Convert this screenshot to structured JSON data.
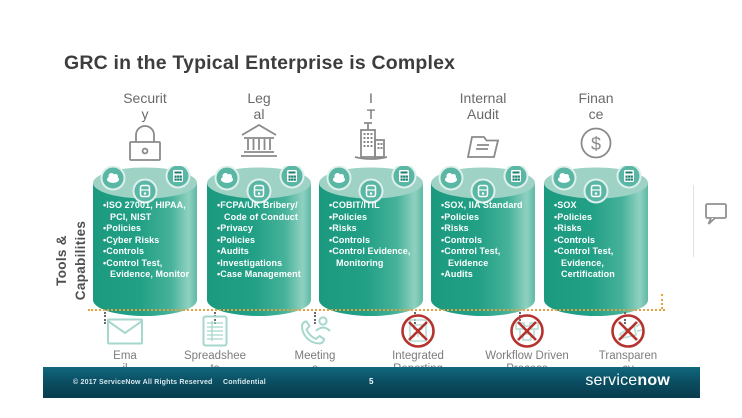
{
  "title": "GRC in the Typical Enterprise is Complex",
  "tools_label": {
    "line1": "Tools &",
    "line2": "Capabilities"
  },
  "columns": [
    {
      "name": "Security",
      "label_line1": "Securit",
      "label_line2": "y",
      "icon": "padlock-icon",
      "items": [
        "ISO 27001, HIPAA, PCI, NIST",
        "Policies",
        "Cyber Risks",
        "Controls",
        "Control Test, Evidence, Monitor"
      ]
    },
    {
      "name": "Legal",
      "label_line1": "Leg",
      "label_line2": "al",
      "icon": "courthouse-icon",
      "items": [
        "FCPA/UK Bribery/ Code of Conduct",
        "Privacy",
        "Policies",
        "Audits",
        "Investigations",
        "Case Management"
      ]
    },
    {
      "name": "IT",
      "label_line1": "I",
      "label_line2": "T",
      "icon": "office-building-icon",
      "items": [
        "COBIT/ITIL",
        "Policies",
        "Risks",
        "Controls",
        "Control Evidence, Monitoring"
      ]
    },
    {
      "name": "Internal Audit",
      "label_line1": "Internal",
      "label_line2": "Audit",
      "icon": "folder-icon",
      "items": [
        "SOX, IIA Standard",
        "Policies",
        "Risks",
        "Controls",
        "Control Test, Evidence",
        "Audits"
      ]
    },
    {
      "name": "Finance",
      "label_line1": "Finan",
      "label_line2": "ce",
      "icon": "dollar-coin-icon",
      "items": [
        "SOX",
        "Policies",
        "Risks",
        "Controls",
        "Control Test, Evidence, Certification"
      ]
    }
  ],
  "bottom_items": [
    {
      "label_line1": "Ema",
      "label_line2": "il",
      "icon": "email-icon",
      "crossed_out": false
    },
    {
      "label_line1": "Spreadshee",
      "label_line2": "ts",
      "icon": "spreadsheet-icon",
      "crossed_out": false
    },
    {
      "label_line1": "Meeting",
      "label_line2": "s",
      "icon": "meeting-icon",
      "crossed_out": false
    },
    {
      "label_line1": "Integrated",
      "label_line2": "Reporting",
      "icon": "report-icon",
      "crossed_out": true
    },
    {
      "label_line1": "Workflow Driven",
      "label_line2": "Process",
      "icon": "workflow-icon",
      "crossed_out": true
    },
    {
      "label_line1": "Transparen",
      "label_line2": "cy",
      "icon": "transparency-icon",
      "crossed_out": true
    }
  ],
  "footer": {
    "copyright": "© 2017 ServiceNow All Rights Reserved",
    "confidential": "Confidential",
    "page_number": "5",
    "logo_text_light": "service",
    "logo_text_bold": "now"
  },
  "colors": {
    "cylinder_teal": "#1f9d83",
    "cylinder_top": "#9dd2c5",
    "footer_bar": "#0b4f63",
    "accent_orange": "#e7a23c",
    "cross_red": "#b5332e",
    "icon_gray": "#8a8a8a",
    "icon_light_teal": "#a6d7cd"
  }
}
